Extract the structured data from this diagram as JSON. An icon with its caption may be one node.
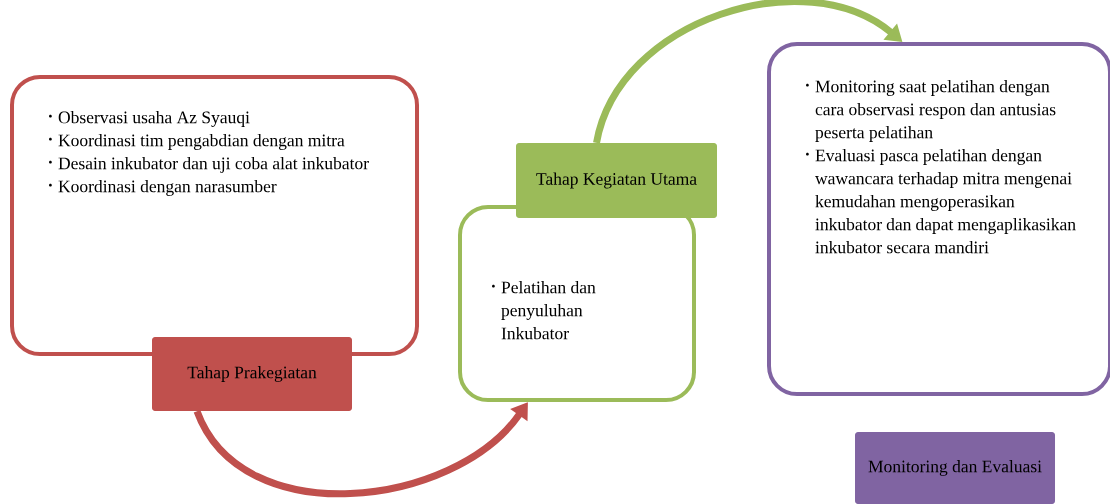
{
  "diagram": {
    "nodes": [
      {
        "text": [
          "Observasi usaha Az Syauqi",
          "Koordinasi tim pengabdian dengan mitra",
          "Desain inkubator dan uji coba alat inkubator",
          "Koordinasi dengan narasumber"
        ]
      },
      {
        "text": [
          "Tahap Prakegiatan"
        ]
      },
      {
        "text": [
          "Pelatihan dan penyuluhan Inkubator"
        ]
      },
      {
        "text": [
          "Tahap Kegiatan Utama"
        ]
      },
      {
        "text": [
          "Monitoring saat pelatihan dengan cara observasi respon dan antusias peserta pelatihan",
          "Evaluasi  pasca pelatihan dengan wawancara terhadap mitra mengenai kemudahan mengoperasikan inkubator dan dapat mengaplikasikan inkubator secara mandiri"
        ]
      },
      {
        "text": [
          "Monitoring dan Evaluasi"
        ]
      }
    ],
    "edges": [
      {
        "from": 1,
        "to": 2,
        "arrow": "to",
        "color": "#c0504d"
      },
      {
        "from": 3,
        "to": 4,
        "arrow": "to",
        "color": "#9bbb59"
      }
    ]
  }
}
